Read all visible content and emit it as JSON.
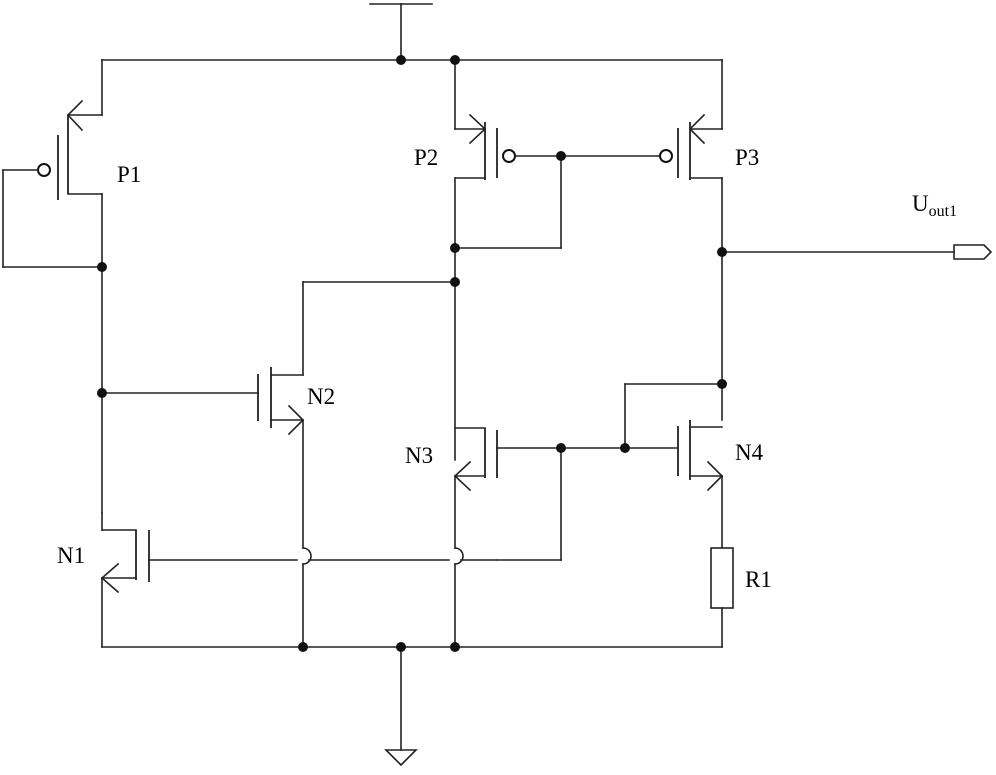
{
  "colors": {
    "wire": "#222222",
    "junction": "#111111",
    "background": "#ffffff"
  },
  "labels": {
    "P1": "P1",
    "P2": "P2",
    "P3": "P3",
    "N1": "N1",
    "N2": "N2",
    "N3": "N3",
    "N4": "N4",
    "R1": "R1",
    "output_main": "U",
    "output_sub": "out1"
  },
  "symbols": {
    "supply": "vdd-tee-symbol",
    "ground": "ground-triangle-symbol",
    "output": "output-port-arrow-symbol"
  }
}
